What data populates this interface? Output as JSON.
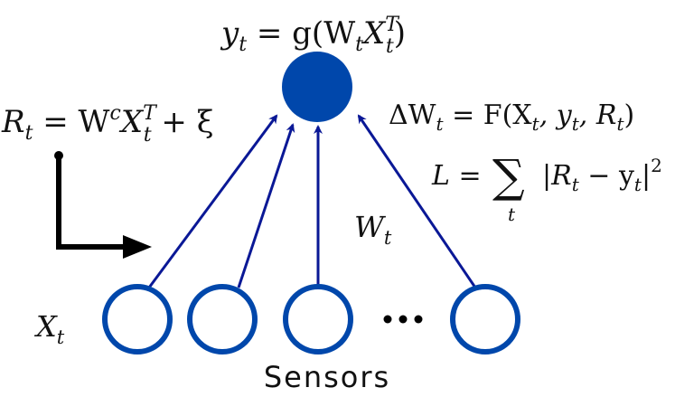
{
  "diagram": {
    "type": "single-neuron-learning-diagram",
    "colors": {
      "node_fill": "#0047AB",
      "sensor_stroke": "#0047AB",
      "weight_arrow": "#0A1896",
      "reward_arrow": "#000000",
      "text": "#111111"
    },
    "output_node": {
      "label": "y_t = g(W_t X_t^T)",
      "label_parts": {
        "lhs": "y",
        "lhs_sub": "t",
        "eq": " = g(W",
        "w_sub": "t",
        "x": "X",
        "x_sup": "T",
        "x_sub": "t",
        "close": ")"
      }
    },
    "reward": {
      "label": "R_t = W^c X_t^T + ξ",
      "label_parts": {
        "r": "R",
        "r_sub": "t",
        "eq": " = W",
        "w_sup": "c",
        "x": "X",
        "x_sup": "T",
        "x_sub": "t",
        "plus": " + ξ"
      }
    },
    "update_rule": {
      "label": "ΔW_t = F(X_t, y_t, R_t)",
      "label_parts": {
        "delta": "ΔW",
        "w_sub": "t",
        "eq": " = F(X",
        "x_sub": "t",
        "comma1": ", y",
        "y_sub": "t",
        "comma2": ", R",
        "r_sub": "t",
        "close": ")"
      }
    },
    "loss": {
      "label": "L = Σ_t |R_t − y_t|^2",
      "label_parts": {
        "lhs": "L =",
        "sum": "∑",
        "sum_sub": "t",
        "abs_open": "|R",
        "r_sub": "t",
        "minus": " − y",
        "y_sub": "t",
        "abs_close": "|",
        "power": "2"
      }
    },
    "weights": {
      "label": "W_t",
      "label_parts": {
        "w": "W",
        "sub": "t"
      }
    },
    "inputs": {
      "label": "X_t",
      "label_parts": {
        "x": "X",
        "sub": "t"
      },
      "ellipsis": "•••",
      "sensor_count_visible": 4
    },
    "caption": "Sensors"
  }
}
